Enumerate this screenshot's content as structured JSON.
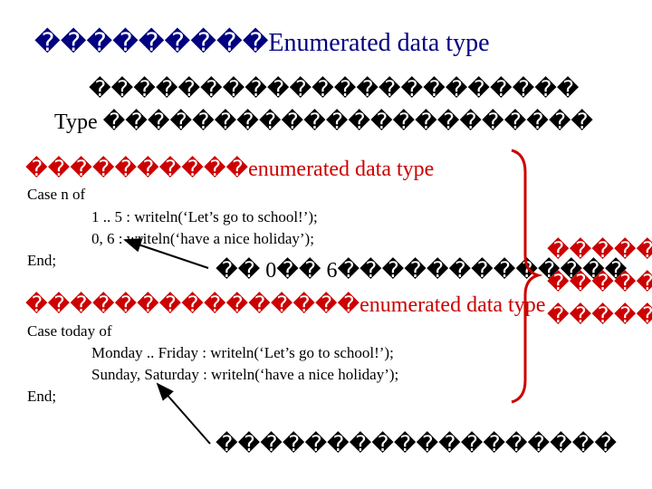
{
  "slide": {
    "title": "���������Enumerated data type",
    "desc_line1": "����������������������",
    "desc_line2": "Type ����������������������",
    "example1": {
      "heading": "����������enumerated data type",
      "code": [
        "Case n of",
        "1 .. 5 : writeln(‘Let’s go to school!’);",
        "0, 6 : writeln(‘have a nice holiday’);",
        "End;"
      ],
      "annotation": "�� 0�� 6�������������"
    },
    "example2": {
      "heading": "���������������enumerated data type",
      "code": [
        "Case today of",
        "Monday .. Friday : writeln(‘Let’s go to school!’);",
        "Sunday, Saturday : writeln(‘have a nice holiday’);",
        "End;"
      ],
      "annotation": "������������������"
    },
    "side_note": [
      "�����",
      "�����",
      "�����"
    ]
  },
  "colors": {
    "accent": "#cc0000",
    "heading_title": "#000080"
  }
}
